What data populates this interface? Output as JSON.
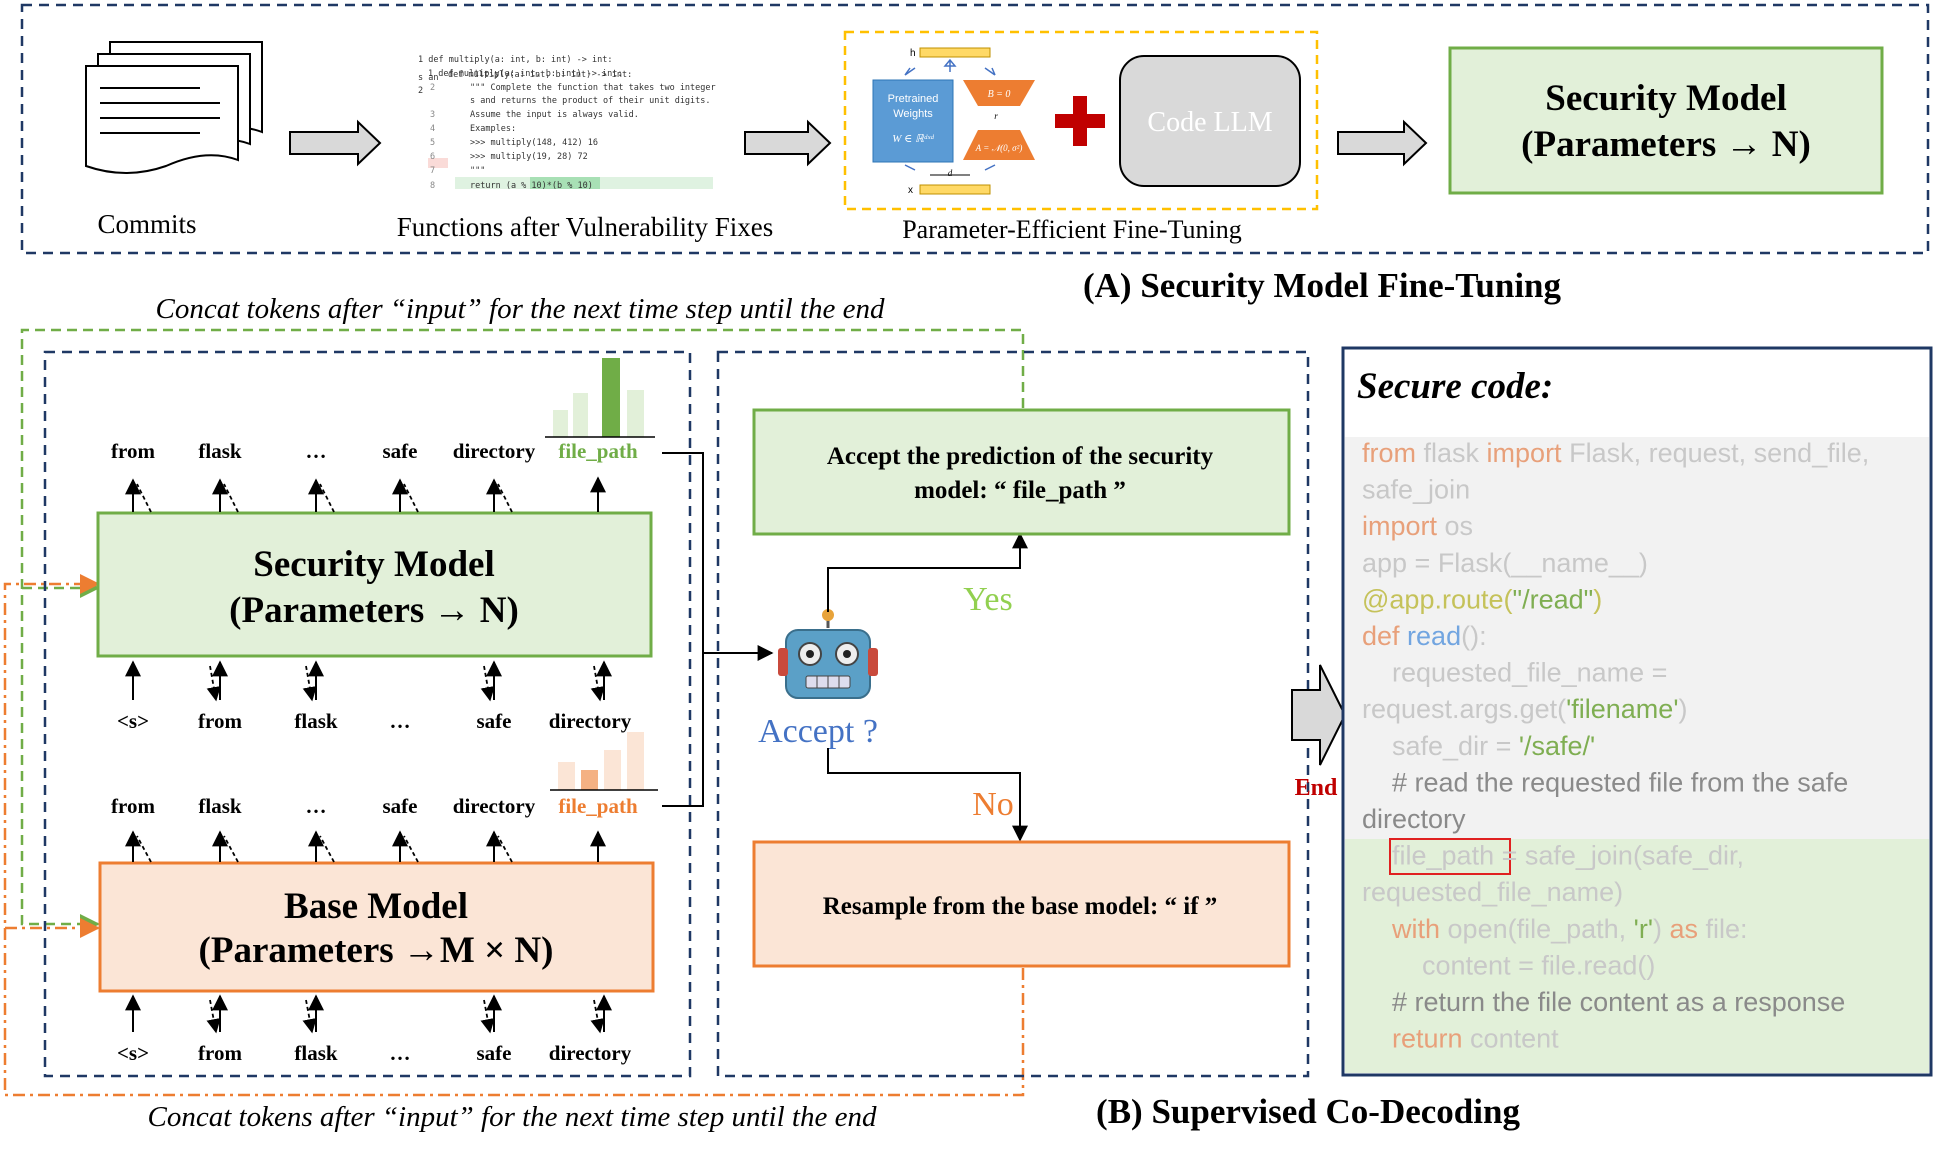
{
  "sectionA": {
    "title": "(A) Security Model Fine-Tuning",
    "commits_label": "Commits",
    "functions_label": "Functions after Vulnerability Fixes",
    "peft_label": "Parameter-Efficient Fine-Tuning",
    "code_llm_label": "Code LLM",
    "security_model": {
      "line1": "Security  Model",
      "line2": "(Parameters → N)"
    },
    "lora": {
      "pretrained": "Pretrained",
      "weights": "Weights",
      "w_formula": "W ∈ ℝᵈˣᵈ",
      "b_formula": "B = 0",
      "a_formula": "A = 𝒩(0, σ²)",
      "h": "h",
      "x": "x",
      "r": "r",
      "d": "d"
    },
    "code_snippet": {
      "line_numbers_left": [
        "1",
        "2",
        "",
        "",
        "",
        "",
        "",
        "",
        "",
        "",
        "",
        ""
      ],
      "lines": [
        {
          "n": "1",
          "text": "def multiply(a: int, b: int) -> int:"
        },
        {
          "n": "1",
          "text": "def multiply(a: int, b: int) -> int:"
        },
        {
          "n": "2",
          "text": "\"\"\" Complete the function that takes two integer"
        },
        {
          "n": "",
          "text": "s and returns the product of their unit digits."
        },
        {
          "n": "3",
          "text": "Assume the input is always valid."
        },
        {
          "n": "4",
          "text": "Examples:"
        },
        {
          "n": "5",
          "text": ">>> multiply(148, 412)   16"
        },
        {
          "n": "6",
          "text": ">>> multiply(19, 28)    72"
        },
        {
          "n": "7",
          "text": "\"\"\""
        },
        {
          "n": "8",
          "text": "return (a % 10)*(b % 10)"
        }
      ],
      "left_marker": "s an"
    }
  },
  "sectionB": {
    "title": "(B) Supervised Co-Decoding",
    "concat_top": "Concat tokens after “input” for the next time step until the end",
    "concat_bottom": "Concat tokens after “input” for the next time step until the end",
    "security_model": {
      "line1": "Security  Model",
      "line2": "(Parameters → N)"
    },
    "base_model": {
      "line1": "Base  Model",
      "line2": "(Parameters →M × N)"
    },
    "sec_outputs": [
      "from",
      "flask",
      "…",
      "safe",
      "directory",
      "file_path"
    ],
    "sec_inputs": [
      "<s>",
      "from",
      "flask",
      "…",
      "safe",
      "directory"
    ],
    "base_outputs": [
      "from",
      "flask",
      "…",
      "safe",
      "directory",
      "file_path"
    ],
    "base_inputs": [
      "<s>",
      "from",
      "flask",
      "…",
      "safe",
      "directory"
    ],
    "accept_question": "Accept ?",
    "yes": "Yes",
    "no": "No",
    "accept_box": {
      "line1": "Accept the prediction of the security",
      "line2": "model: “ file_path ”"
    },
    "resample_box": "Resample from the base model: “ if ”",
    "end_label": "End",
    "robot_icon": "robot-icon"
  },
  "secure_code": {
    "title": "Secure code:",
    "lines": [
      [
        {
          "t": "from ",
          "c": "kw"
        },
        {
          "t": "flask ",
          "c": "fg"
        },
        {
          "t": "import ",
          "c": "kw"
        },
        {
          "t": "Flask, request, send_file,",
          "c": "fg"
        }
      ],
      [
        {
          "t": "safe_join",
          "c": "fg"
        }
      ],
      [
        {
          "t": "import ",
          "c": "kw"
        },
        {
          "t": "os",
          "c": "fg"
        }
      ],
      [
        {
          "t": "app = Flask(__name__)",
          "c": "fg"
        }
      ],
      [
        {
          "t": "@app.route(",
          "c": "dec"
        },
        {
          "t": "\"/read\"",
          "c": "str"
        },
        {
          "t": ")",
          "c": "dec"
        }
      ],
      [
        {
          "t": "def ",
          "c": "kw"
        },
        {
          "t": "read",
          "c": "fn"
        },
        {
          "t": "():",
          "c": "fg"
        }
      ],
      [
        {
          "t": "    requested_file_name =",
          "c": "fg"
        }
      ],
      [
        {
          "t": "request.args.get(",
          "c": "fg"
        },
        {
          "t": "'filename'",
          "c": "str"
        },
        {
          "t": ")",
          "c": "fg"
        }
      ],
      [
        {
          "t": "    safe_dir = ",
          "c": "fg"
        },
        {
          "t": "'/safe/'",
          "c": "str"
        }
      ],
      [
        {
          "t": "    # read the requested file from the safe",
          "c": "cm"
        }
      ],
      [
        {
          "t": "directory",
          "c": "cm"
        }
      ],
      [
        {
          "t": "    file_path",
          "c": "fg"
        },
        {
          "t": " = safe_join(safe_dir,",
          "c": "fg"
        }
      ],
      [
        {
          "t": "requested_file_name)",
          "c": "fg"
        }
      ],
      [
        {
          "t": "    with ",
          "c": "kw"
        },
        {
          "t": "open(file_path, ",
          "c": "fg"
        },
        {
          "t": "'r'",
          "c": "str"
        },
        {
          "t": ") ",
          "c": "fg"
        },
        {
          "t": "as ",
          "c": "kw"
        },
        {
          "t": "file:",
          "c": "fg"
        }
      ],
      [
        {
          "t": "        content = file.read()",
          "c": "fg"
        }
      ],
      [
        {
          "t": "    # return the file content as a response",
          "c": "cm"
        }
      ],
      [
        {
          "t": "    return ",
          "c": "kw"
        },
        {
          "t": "content",
          "c": "fg"
        }
      ]
    ]
  },
  "colors": {
    "green_fill": "#e2f0d9",
    "green_stroke": "#70ad47",
    "orange_fill": "#fbe5d6",
    "orange_stroke": "#ed7d31",
    "navy_dash": "#1f3864",
    "yellow_dash": "#ffc000",
    "red_plus": "#c00000",
    "yes_color": "#92d050",
    "no_color": "#ed7d31",
    "accept_color": "#4472c4",
    "end_color": "#c00000"
  }
}
